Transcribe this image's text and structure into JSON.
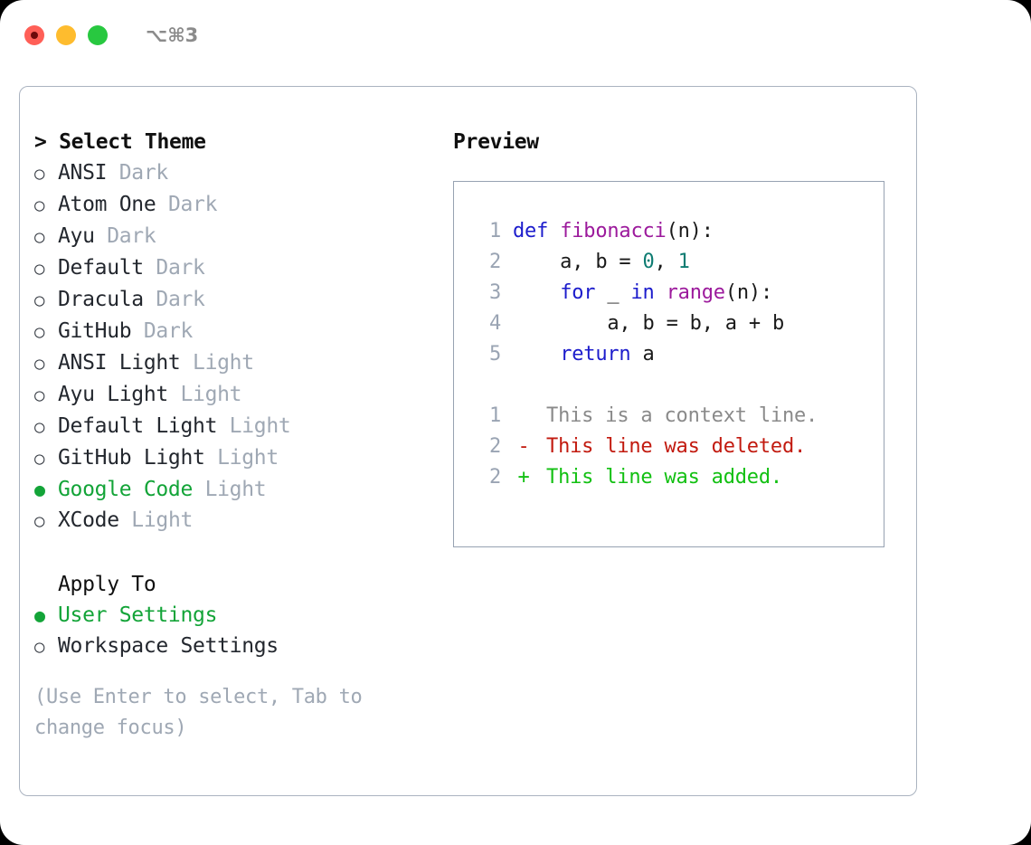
{
  "titlebar": {
    "traffic_lights": [
      {
        "name": "close",
        "color": "#ff5f57",
        "recording": true
      },
      {
        "name": "minimize",
        "color": "#febc2e",
        "recording": false
      },
      {
        "name": "maximize",
        "color": "#28c840",
        "recording": false
      }
    ],
    "shortcut": "⌥⌘3"
  },
  "left": {
    "select_theme_header": "> Select Theme",
    "themes": [
      {
        "bullet": "○",
        "selected": false,
        "name": "ANSI",
        "tag": "Dark"
      },
      {
        "bullet": "○",
        "selected": false,
        "name": "Atom One",
        "tag": "Dark"
      },
      {
        "bullet": "○",
        "selected": false,
        "name": "Ayu",
        "tag": "Dark"
      },
      {
        "bullet": "○",
        "selected": false,
        "name": "Default",
        "tag": "Dark"
      },
      {
        "bullet": "○",
        "selected": false,
        "name": "Dracula",
        "tag": "Dark"
      },
      {
        "bullet": "○",
        "selected": false,
        "name": "GitHub",
        "tag": "Dark"
      },
      {
        "bullet": "○",
        "selected": false,
        "name": "ANSI Light",
        "tag": "Light"
      },
      {
        "bullet": "○",
        "selected": false,
        "name": "Ayu Light",
        "tag": "Light"
      },
      {
        "bullet": "○",
        "selected": false,
        "name": "Default Light",
        "tag": "Light"
      },
      {
        "bullet": "○",
        "selected": false,
        "name": "GitHub Light",
        "tag": "Light"
      },
      {
        "bullet": "●",
        "selected": true,
        "name": "Google Code",
        "tag": "Light"
      },
      {
        "bullet": "○",
        "selected": false,
        "name": "XCode",
        "tag": "Light"
      }
    ],
    "apply_to_header": "Apply To",
    "apply_to": [
      {
        "bullet": "●",
        "selected": true,
        "name": "User Settings"
      },
      {
        "bullet": "○",
        "selected": false,
        "name": "Workspace Settings"
      }
    ],
    "hint": "(Use Enter to select, Tab to change focus)"
  },
  "right": {
    "preview_title": "Preview",
    "code_lines": [
      {
        "no": "1",
        "tokens": [
          {
            "t": "def ",
            "c": "kw"
          },
          {
            "t": "fibonacci",
            "c": "fn"
          },
          {
            "t": "(n):",
            "c": "pun"
          }
        ]
      },
      {
        "no": "2",
        "tokens": [
          {
            "t": "    a, b = ",
            "c": "var"
          },
          {
            "t": "0",
            "c": "num"
          },
          {
            "t": ", ",
            "c": "pun"
          },
          {
            "t": "1",
            "c": "num"
          }
        ]
      },
      {
        "no": "3",
        "tokens": [
          {
            "t": "    ",
            "c": "var"
          },
          {
            "t": "for",
            "c": "kw"
          },
          {
            "t": " _ ",
            "c": "var"
          },
          {
            "t": "in",
            "c": "kw"
          },
          {
            "t": " ",
            "c": "var"
          },
          {
            "t": "range",
            "c": "fn"
          },
          {
            "t": "(n):",
            "c": "pun"
          }
        ]
      },
      {
        "no": "4",
        "tokens": [
          {
            "t": "        a, b = b, a + b",
            "c": "var"
          }
        ]
      },
      {
        "no": "5",
        "tokens": [
          {
            "t": "    ",
            "c": "var"
          },
          {
            "t": "return",
            "c": "kw"
          },
          {
            "t": " a",
            "c": "var"
          }
        ]
      }
    ],
    "diff_lines": [
      {
        "no": "1",
        "mark": " ",
        "text": "This is a context line.",
        "kind": "ctx"
      },
      {
        "no": "2",
        "mark": "-",
        "text": "This line was deleted.",
        "kind": "del"
      },
      {
        "no": "2",
        "mark": "+",
        "text": "This line was added.",
        "kind": "add"
      }
    ]
  },
  "colors": {
    "accent_green": "#13a438",
    "muted_gray": "#9fa8b4",
    "border": "#aab3c0",
    "keyword": "#1c1ccc",
    "function": "#9c1a9c",
    "number": "#0e7c72",
    "diff_add": "#12c012",
    "diff_del": "#c21a0f",
    "diff_ctx": "#8a8a8a"
  }
}
